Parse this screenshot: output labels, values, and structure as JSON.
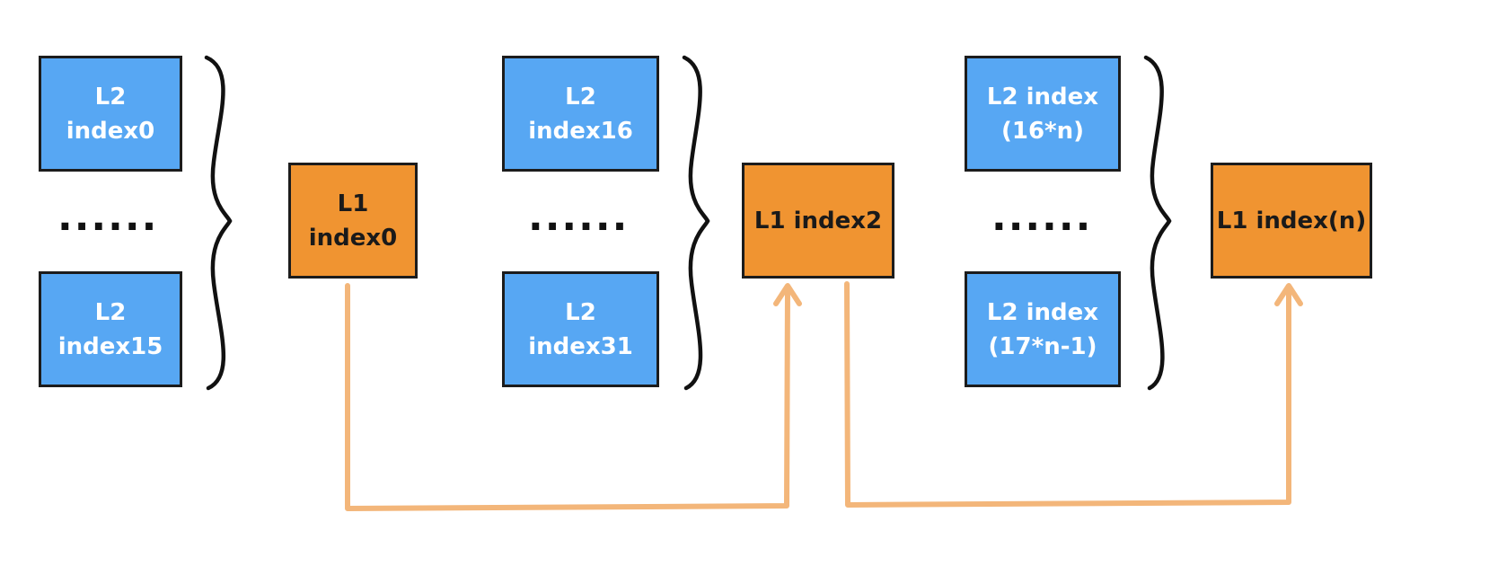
{
  "colors": {
    "l2_fill": "#57a7f3",
    "l1_fill": "#f09431",
    "border": "#1c1c1c",
    "arrow": "#f3b67a",
    "brace": "#111111"
  },
  "groups": [
    {
      "l2_top": "L2\nindex0",
      "ellipsis": "......",
      "l2_bottom": "L2\nindex15",
      "l1": "L1\nindex0"
    },
    {
      "l2_top": "L2\nindex16",
      "ellipsis": "......",
      "l2_bottom": "L2\nindex31",
      "l1": "L1 index2"
    },
    {
      "l2_top": "L2 index\n(16*n)",
      "ellipsis": "......",
      "l2_bottom": "L2 index\n(17*n-1)",
      "l1": "L1 index(n)"
    }
  ],
  "links": [
    {
      "from": "L1\nindex0",
      "to": "L1 index2"
    },
    {
      "from": "L1 index2",
      "to": "L1 index(n)"
    }
  ]
}
